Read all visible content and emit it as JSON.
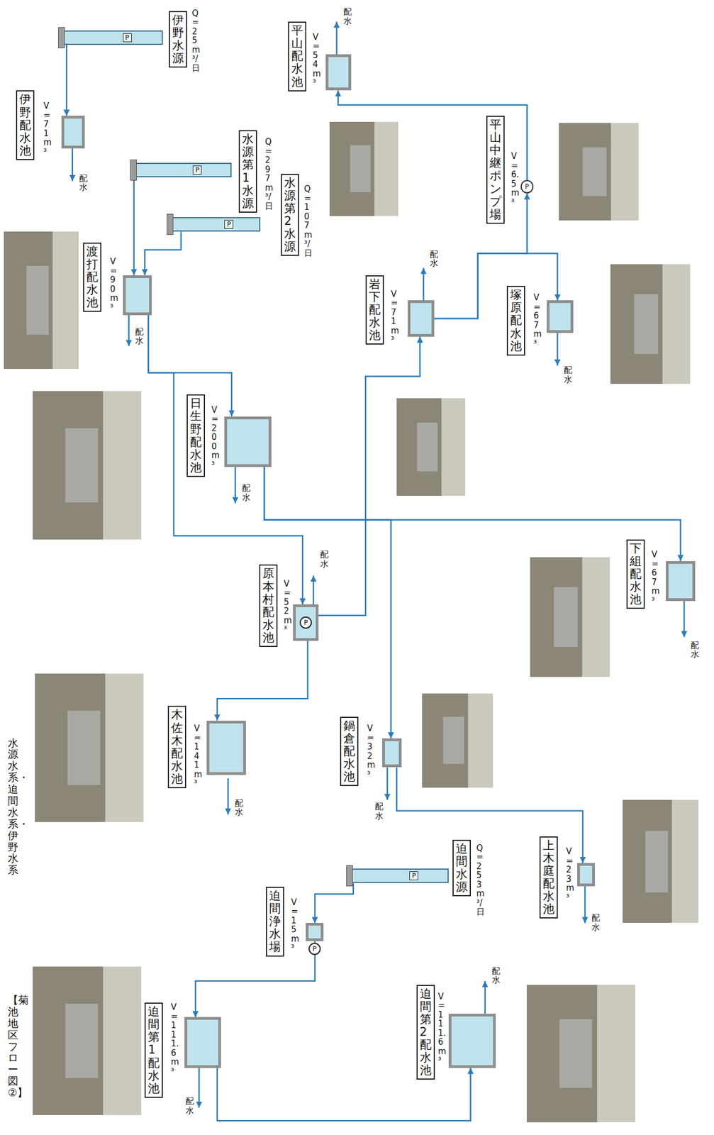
{
  "diagram": {
    "title": "【菊池地区フロー図②】",
    "nodes": [
      {
        "text": [
          "伊野水源",
          "Q=25m³/日"
        ]
      },
      {
        "text": [
          "伊野配水池",
          "V=71m³"
        ]
      },
      {
        "text": [
          "水源第1水源",
          "Q=297m³/日"
        ]
      },
      {
        "text": [
          "水源第2水源",
          "Q=107m³/日"
        ]
      },
      {
        "text": [
          "渡打配水池",
          "V=90m³"
        ]
      },
      {
        "text": [
          "日生野配水池",
          "V=200m³"
        ]
      },
      {
        "text": [
          "原本村配水池",
          "V=52m³"
        ]
      },
      {
        "text": [
          "木佐木配水池",
          "V=141m³"
        ]
      },
      {
        "text": [
          "鍋倉配水池",
          "V=32m³"
        ]
      },
      {
        "text": [
          "上木庭配水池",
          "V=23m³"
        ]
      },
      {
        "text": [
          "迫間水源",
          "Q=253m³/日"
        ]
      },
      {
        "text": [
          "迫間浄水場",
          "V=15m³"
        ]
      },
      {
        "text": [
          "迫間第1配水池",
          "V=111.6m³"
        ]
      },
      {
        "text": [
          "迫間第2配水池",
          "V=111.6m³"
        ]
      },
      {
        "text": [
          "平山配水池",
          "V=54m³"
        ]
      },
      {
        "text": [
          "岩下配水池",
          "V=71m³"
        ]
      },
      {
        "text": [
          "平山中継ポンプ場",
          "V=6.5m³"
        ]
      },
      {
        "text": [
          "塚原配水池",
          "V=67m³"
        ]
      },
      {
        "text": [
          "下組配水池",
          "V=67m³"
        ]
      }
    ],
    "edges": [
      {
        "from": 0,
        "to": 1,
        "arrow": "to"
      },
      {
        "from": 2,
        "to": 4,
        "arrow": "to"
      },
      {
        "from": 3,
        "to": 4,
        "arrow": "to"
      },
      {
        "from": 4,
        "to": 5,
        "arrow": "to"
      },
      {
        "from": 4,
        "to": 6,
        "arrow": "to"
      },
      {
        "from": 6,
        "to": 7,
        "arrow": "to"
      },
      {
        "from": 6,
        "to": 15,
        "arrow": "to"
      },
      {
        "from": 5,
        "to": 18,
        "arrow": "to"
      },
      {
        "from": 5,
        "to": 8,
        "arrow": "to"
      },
      {
        "from": 8,
        "to": 9,
        "arrow": "to"
      },
      {
        "from": 10,
        "to": 11,
        "arrow": "to"
      },
      {
        "from": 11,
        "to": 12,
        "arrow": "to"
      },
      {
        "from": 12,
        "to": 13,
        "arrow": "to"
      },
      {
        "from": 15,
        "to": 17,
        "arrow": "to"
      },
      {
        "from": 15,
        "to": 16,
        "arrow": "to"
      },
      {
        "from": 16,
        "to": 14,
        "arrow": "to"
      }
    ],
    "labels": [
      "水源水系・迫間水系・伊野水系",
      "P",
      "P",
      "P",
      "P",
      "P",
      "P",
      "P",
      "配水",
      "配水",
      "配水",
      "配水",
      "配水",
      "配水",
      "配水",
      "配水",
      "配水",
      "配水",
      "配水",
      "配水",
      "配水"
    ]
  }
}
